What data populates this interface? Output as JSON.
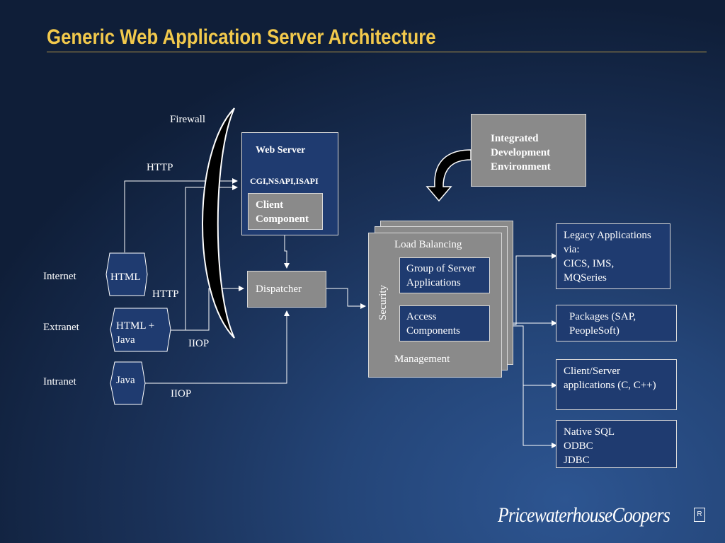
{
  "title": "Generic Web Application Server Architecture",
  "clients": [
    {
      "network": "Internet",
      "client": "HTML"
    },
    {
      "network": "Extranet",
      "client": "HTML +\nJava"
    },
    {
      "network": "Intranet",
      "client": "Java"
    }
  ],
  "protocols": {
    "http_top": "HTTP",
    "http_mid": "HTTP",
    "iiop_mid": "IIOP",
    "iiop_bottom": "IIOP"
  },
  "firewall": "Firewall",
  "web_server": {
    "title": "Web Server",
    "interfaces": "CGI,NSAPI,ISAPI",
    "client_component": "Client\nComponent"
  },
  "dispatcher": "Dispatcher",
  "app_server": {
    "load_balancing": "Load Balancing",
    "group": "Group of Server\nApplications",
    "access": "Access\nComponents",
    "security": "Security",
    "management": "Management"
  },
  "ide": "Integrated\nDevelopment\nEnvironment",
  "backends": [
    "Legacy Applications\nvia:\nCICS, IMS,\nMQSeries",
    "Packages (SAP,\nPeopleSoft)",
    "Client/Server\napplications (C, C++)",
    "Native SQL\nODBC\nJDBC"
  ],
  "logo": "PricewaterhouseCoopers",
  "logo_mark": "R",
  "colors": {
    "title": "#f2c94c",
    "gray_box": "#8a8a8a",
    "blue_box": "#1f3b70"
  }
}
